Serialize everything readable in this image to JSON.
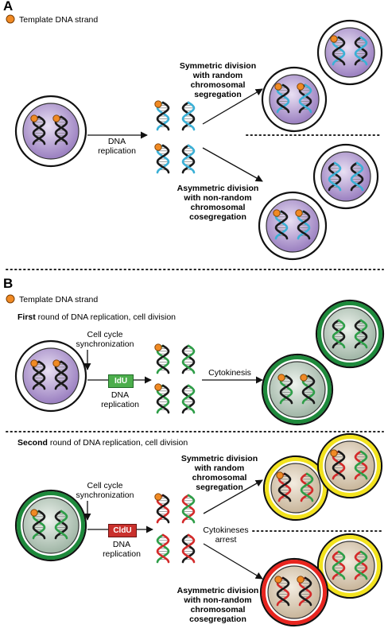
{
  "panel_a": {
    "letter": "A",
    "legend": "Template DNA strand",
    "replication": "DNA\nreplication",
    "symmetric": "Symmetric division\nwith random\nchromosomal\nsegregation",
    "asymmetric": "Asymmetric division\nwith non-random\nchromosomal\ncosegregation"
  },
  "panel_b": {
    "letter": "B",
    "legend": "Template DNA strand",
    "first_bold": "First",
    "first_rest": " round of DNA replication, cell division",
    "sync1": "Cell cycle\nsynchronization",
    "idu": "IdU",
    "replication1": "DNA\nreplication",
    "cytokinesis": "Cytokinesis",
    "second_bold": "Second",
    "second_rest": " round of DNA replication, cell division",
    "sync2": "Cell cycle\nsynchronization",
    "cldu": "CldU",
    "replication2": "DNA\nreplication",
    "symmetric": "Symmetric division\nwith random\nchromosomal\nsegregation",
    "arrest": "Cytokineses\narrest",
    "asymmetric": "Asymmetric division\nwith non-random\nchromosomal\ncosegregation"
  },
  "colors": {
    "template": "#1a1a1a",
    "unlabeled": "#3bb0d6",
    "idu": "#2e9e48",
    "cldu": "#d42a2a",
    "bead": "#f08a24",
    "cell_purple": "#a88bc9",
    "ring_green": "#1e8a3c",
    "ring_yellow": "#f2e21e",
    "ring_red": "#e8251f"
  }
}
